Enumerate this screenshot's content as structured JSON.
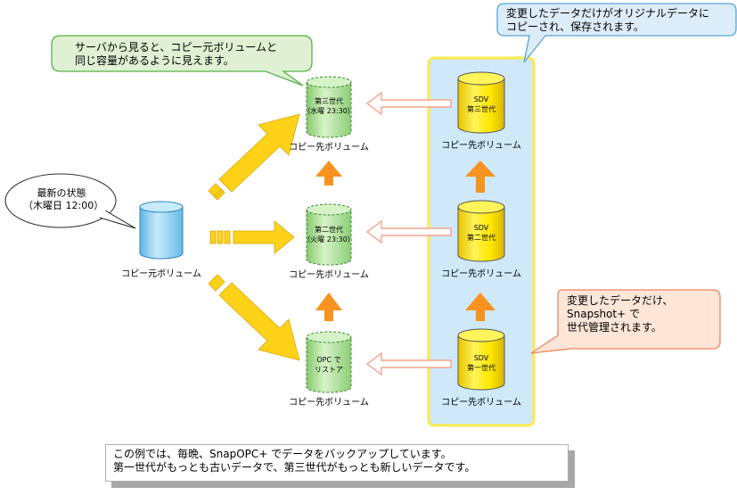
{
  "callouts": {
    "server_view": [
      "サーバから見ると、コピー元ボリュームと",
      "同じ容量があるように見えます。"
    ],
    "changed_to_original": [
      "変更したデータだけがオリジナルデータに",
      "コピーされ、保存されます。"
    ],
    "latest_state": [
      "最新の状態",
      "（木曜日 12:00）"
    ],
    "snapshot_managed": [
      "変更したデータだけ、",
      "Snapshot+ で",
      "世代管理されます。"
    ]
  },
  "source_volume": {
    "label": "コピー元ボリューム"
  },
  "virtual_volumes": [
    {
      "lines": [
        "第三世代",
        "（水曜 23:30）"
      ],
      "label": "コピー先ボリューム"
    },
    {
      "lines": [
        "第二世代",
        "（火曜 23:30）"
      ],
      "label": "コピー先ボリューム"
    },
    {
      "lines": [
        "OPC で",
        "リストア"
      ],
      "label": "コピー先ボリューム"
    }
  ],
  "sdv_volumes": [
    {
      "lines": [
        "SDV",
        "第三世代"
      ],
      "label": "コピー先ボリューム"
    },
    {
      "lines": [
        "SDV",
        "第二世代"
      ],
      "label": "コピー先ボリューム"
    },
    {
      "lines": [
        "SDV",
        "第一世代"
      ],
      "label": "コピー先ボリューム"
    }
  ],
  "footer_note": [
    "この例では、毎晩、SnapOPC+ でデータをバックアップしています。",
    "第一世代がもっとも古いデータで、第三世代がもっとも新しいデータです。"
  ],
  "colors": {
    "blue_cylinder": "#8fd0ef",
    "green_cylinder": "#aee29a",
    "yellow_cylinder": "#ffee00",
    "big_arrow": "#ffd21a",
    "orange_arrow": "#f7931e",
    "outline_arrow": "#f4a489",
    "panel": "#cfe9f8",
    "panel_border": "#ffe94a",
    "green_bubble": "#dff0d3",
    "blue_bubble": "#dcecf8",
    "orange_bubble": "#fde6d8"
  }
}
